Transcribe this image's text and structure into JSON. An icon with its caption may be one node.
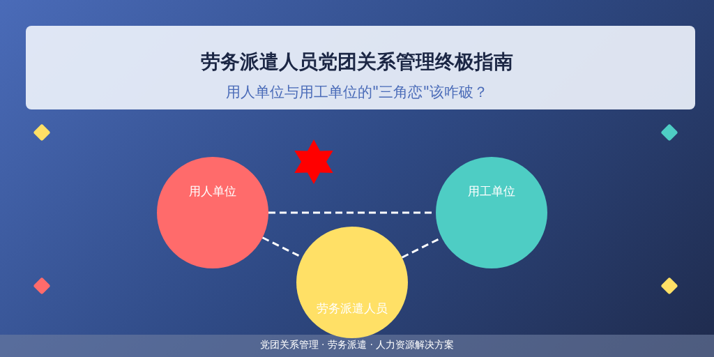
{
  "diagram": {
    "title": "劳务派遣人员党团关系管理终极指南",
    "nodes": [
      {
        "text": [
          "用人单位"
        ]
      },
      {
        "text": [
          "用工单位"
        ]
      },
      {
        "text": [
          "劳务派遣人员"
        ]
      }
    ],
    "edges": [
      {
        "from": 0,
        "to": 1,
        "arrow": "none",
        "style": "dashed"
      },
      {
        "from": 0,
        "to": 2,
        "arrow": "none",
        "style": "dashed"
      },
      {
        "from": 2,
        "to": 1,
        "arrow": "none",
        "style": "dashed"
      }
    ],
    "labels": [
      "用人单位与用工单位的\"三角恋\"该咋破？",
      "党团关系管理 · 劳务派遣 · 人力资源解决方案"
    ]
  }
}
